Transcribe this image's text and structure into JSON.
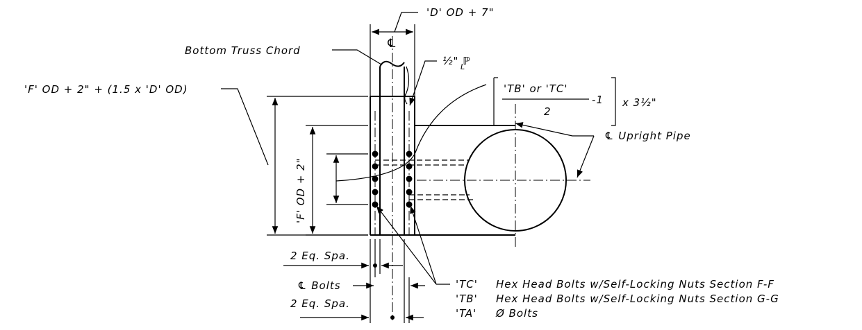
{
  "labels": {
    "d_od": "'D' OD + 7\"",
    "centerline_top": "℄",
    "bottom_truss_chord": "Bottom Truss Chord",
    "plate": "½\" ℙ",
    "plate_sub": "L",
    "f_od_total": "'F' OD + 2\" + (1.5 x 'D' OD)",
    "f_od_plus2": "'F' OD + 2\"",
    "formula_tb_tc": "'TB'  or 'TC'",
    "formula_denominator": "2",
    "formula_minus": "-1",
    "formula_times": "x 3½\"",
    "upright_pipe": "℄ Upright Pipe",
    "eq_spa_top": "2 Eq. Spa.",
    "cl_bolts": "℄ Bolts",
    "eq_spa_bottom": "2 Eq. Spa."
  },
  "bolt_notes": [
    {
      "code": "'TC'",
      "text": "Hex Head Bolts w/Self-Locking Nuts Section F-F"
    },
    {
      "code": "'TB'",
      "text": "Hex Head Bolts w/Self-Locking Nuts Section G-G"
    },
    {
      "code": "'TA'",
      "text": "Ø Bolts"
    }
  ]
}
